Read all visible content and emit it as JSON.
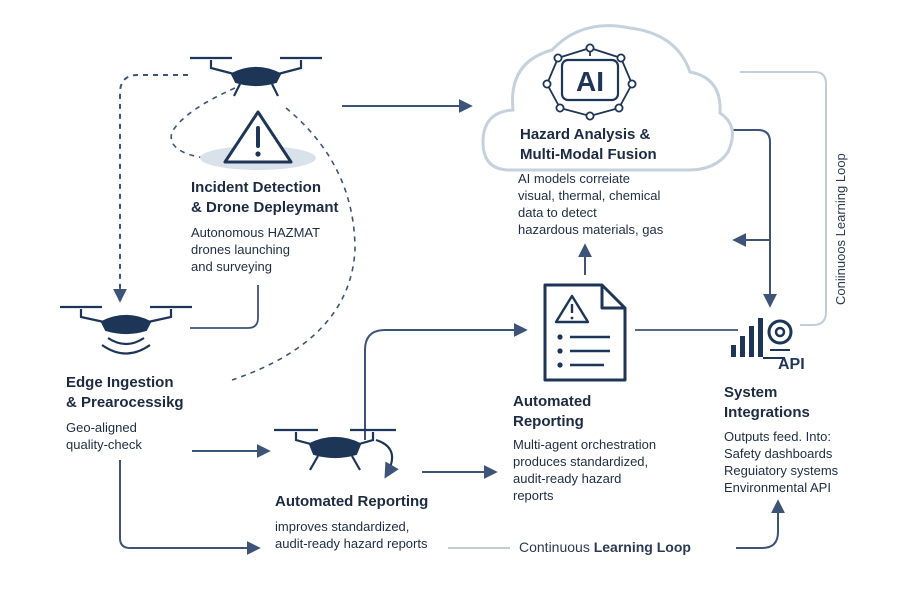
{
  "nodes": {
    "incident": {
      "title": [
        "Incident Detection",
        "& Drone Depleymant"
      ],
      "body": [
        "Autonomous HAZMAT",
        "drones launching",
        "and surveying"
      ]
    },
    "hazard": {
      "icon_text": "AI",
      "title": [
        "Hazard Analysis &",
        "Multi-Modal Fusion"
      ],
      "body": [
        "AI models correiate",
        "visual, thermal, chemical",
        "data to detect",
        "hazardous materials, gas"
      ]
    },
    "edge": {
      "title": [
        "Edge Ingestion",
        "& Prearocessikg"
      ],
      "body": [
        "Geo-aligned",
        "quality-check"
      ]
    },
    "reporting_center": {
      "title": [
        "Automated",
        "Reporting"
      ],
      "body": [
        "Multi-agent orchestration",
        "produces standardized,",
        "audit-ready hazard",
        "reports"
      ]
    },
    "system": {
      "icon_text": "API",
      "title": [
        "System",
        "Integrations"
      ],
      "body": [
        "Outputs feed. Into:",
        "Safety dashboards",
        "Reguiatory systems",
        "Environmental API"
      ]
    },
    "reporting_bottom": {
      "title": "Automated Reporting",
      "body": [
        "improves standardized,",
        "audit-ready hazard reports"
      ]
    }
  },
  "loops": {
    "bottom_prefix": "Continuous ",
    "bottom_bold": "Learning Loop",
    "vertical": "Coniinuoos Learning Loop"
  },
  "colors": {
    "ink": "#1f2d44",
    "line": "#3d5478",
    "navy": "#1d3557",
    "cloud": "#c6d1de",
    "pad": "#d9e1ea"
  }
}
